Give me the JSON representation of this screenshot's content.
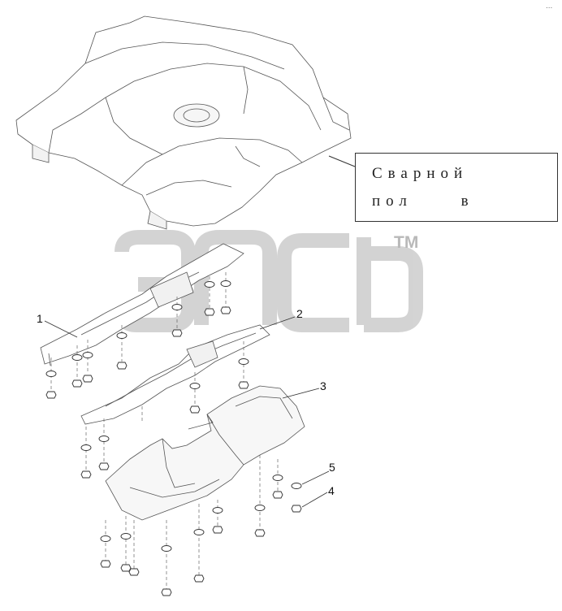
{
  "callout_box": {
    "line1": "Сварной",
    "line2": "пол в"
  },
  "part_numbers": [
    "1",
    "2",
    "3",
    "4",
    "5"
  ],
  "watermark": {
    "trademark": "TM"
  },
  "corner_mark": "..."
}
